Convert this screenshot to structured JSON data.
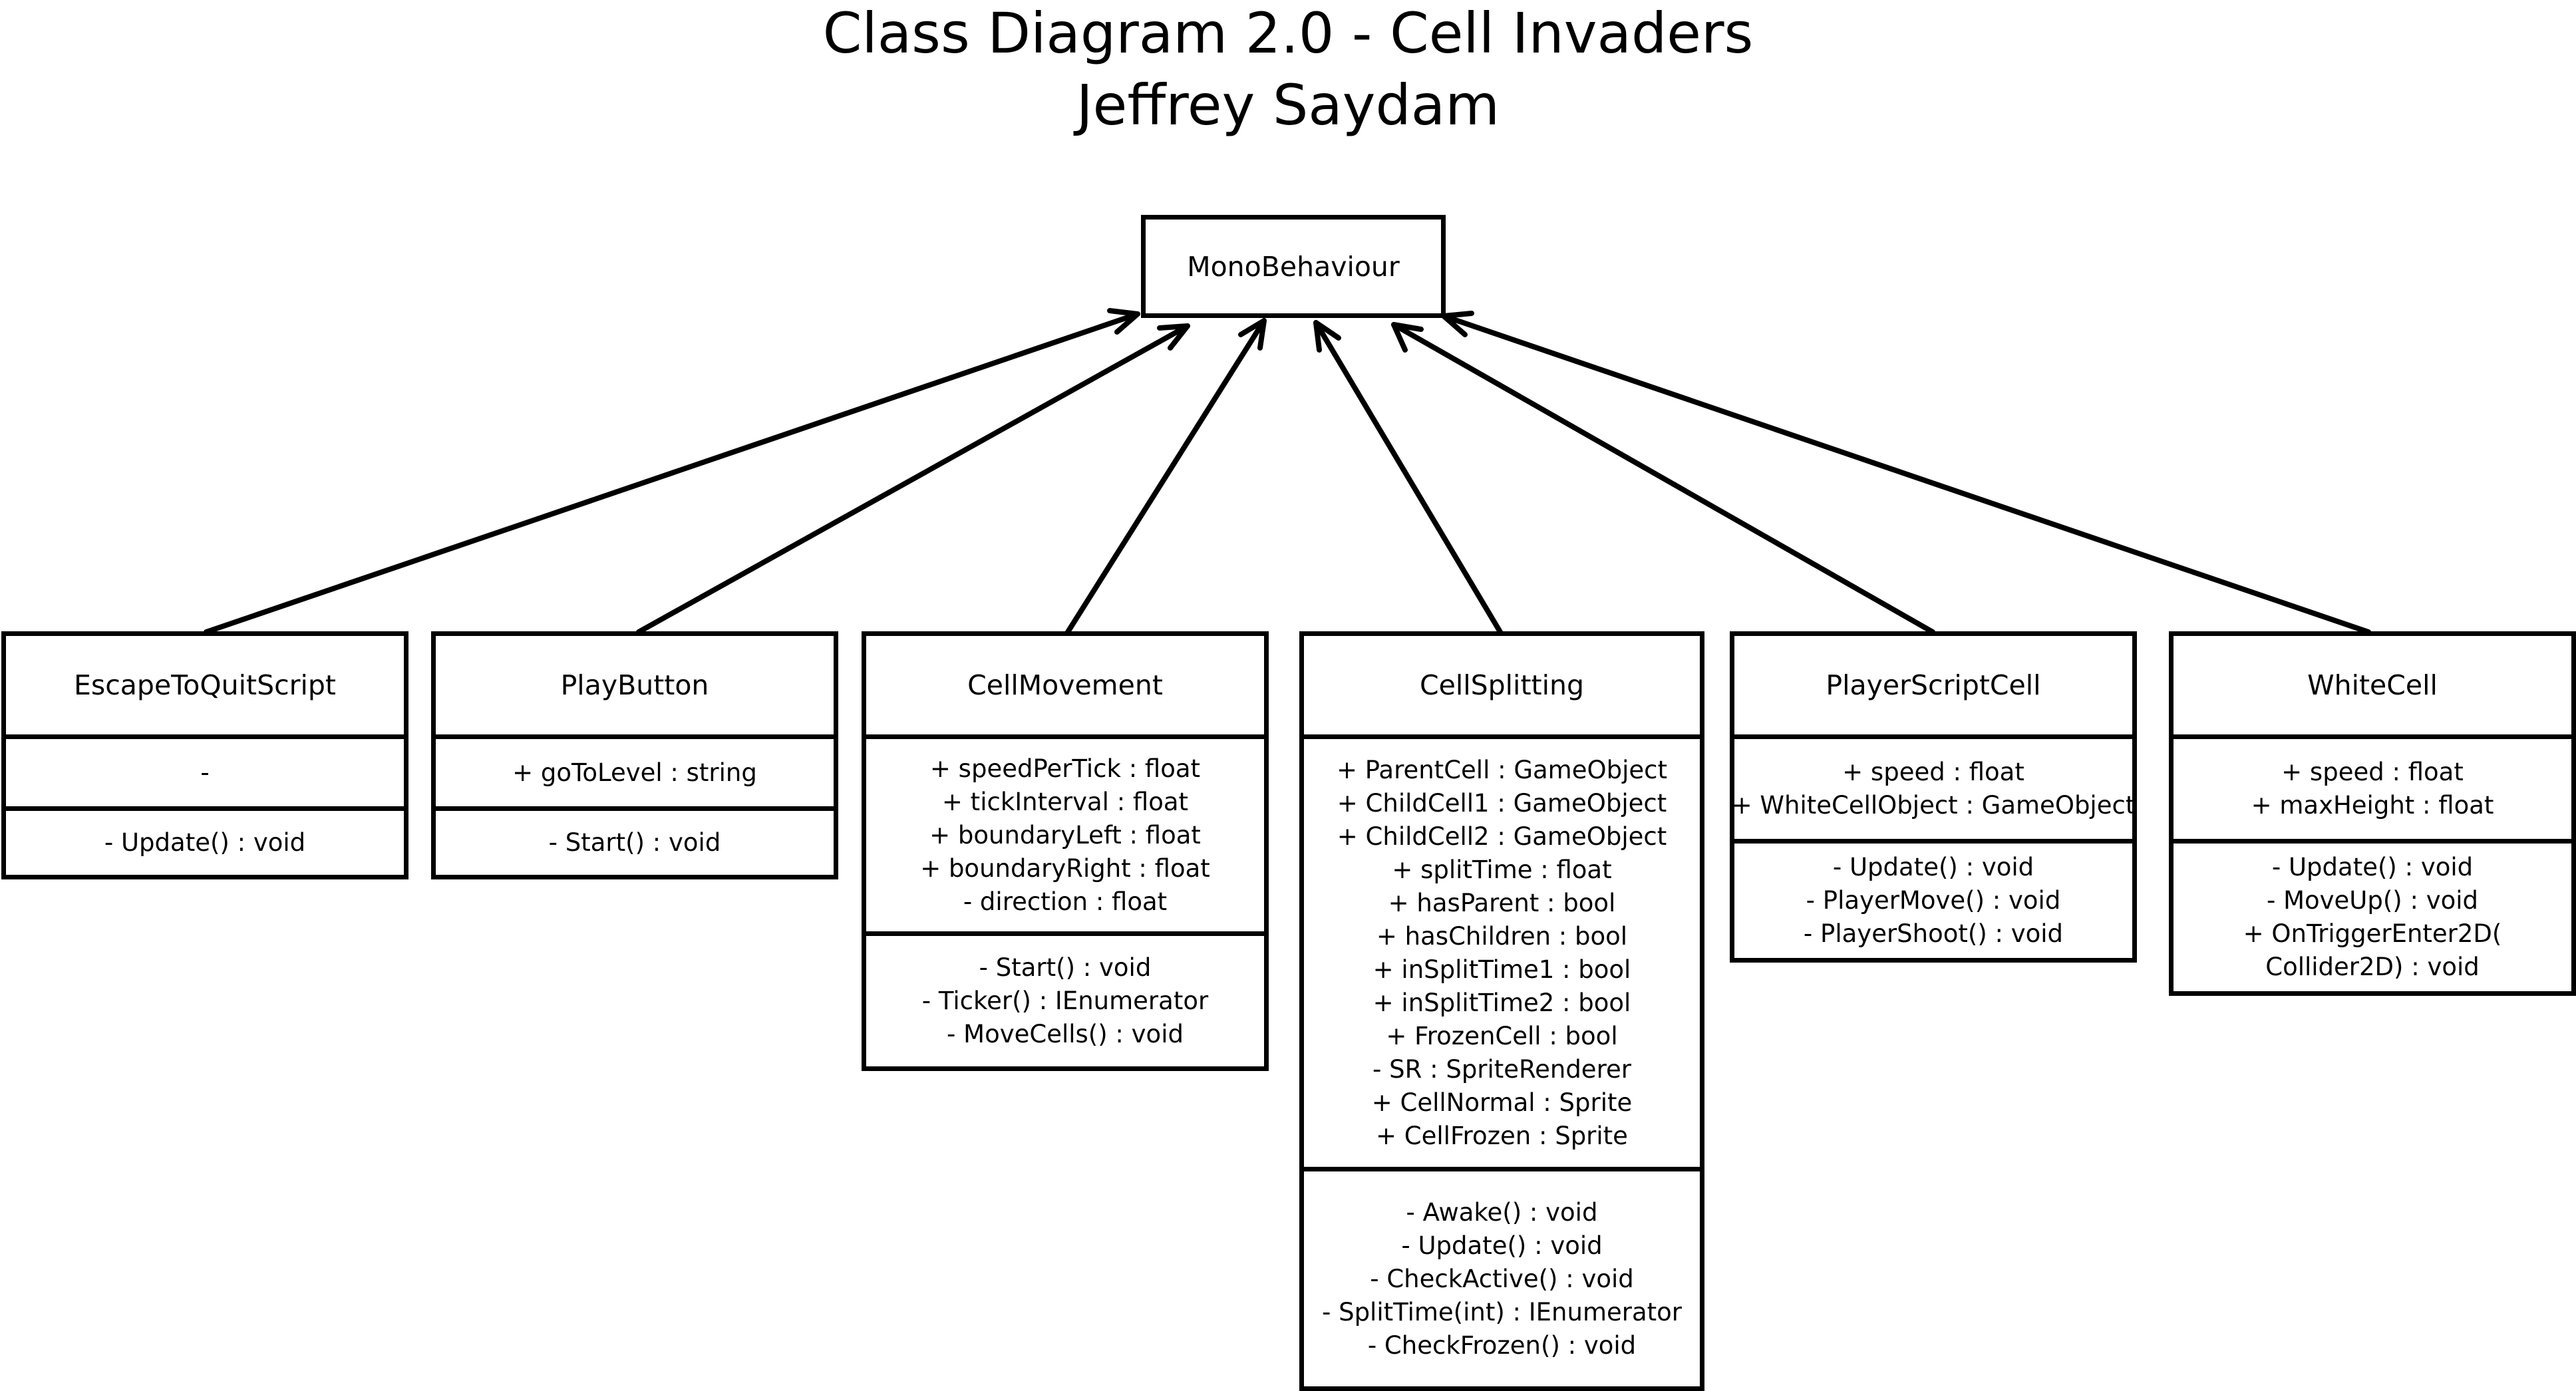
{
  "title": {
    "line1": "Class Diagram 2.0 - Cell Invaders",
    "line2": "Jeffrey Saydam"
  },
  "root": {
    "name": "MonoBehaviour"
  },
  "classes": [
    {
      "name": "EscapeToQuitScript",
      "attributes": [
        "-"
      ],
      "operations": [
        "- Update() : void"
      ]
    },
    {
      "name": "PlayButton",
      "attributes": [
        "+ goToLevel : string"
      ],
      "operations": [
        "- Start() : void"
      ]
    },
    {
      "name": "CellMovement",
      "attributes": [
        "+ speedPerTick : float",
        "+ tickInterval : float",
        "+ boundaryLeft : float",
        "+ boundaryRight : float",
        "- direction : float"
      ],
      "operations": [
        "- Start() : void",
        "- Ticker() : IEnumerator",
        "- MoveCells() : void"
      ]
    },
    {
      "name": "CellSplitting",
      "attributes": [
        "+ ParentCell : GameObject",
        "+ ChildCell1 : GameObject",
        "+ ChildCell2 : GameObject",
        "+ splitTime : float",
        "+ hasParent : bool",
        "+ hasChildren : bool",
        "+ inSplitTime1 : bool",
        "+ inSplitTime2 : bool",
        "+ FrozenCell : bool",
        "- SR : SpriteRenderer",
        "+ CellNormal : Sprite",
        "+ CellFrozen : Sprite"
      ],
      "operations": [
        "- Awake() : void",
        "- Update() : void",
        "- CheckActive() : void",
        "- SplitTime(int) : IEnumerator",
        "- CheckFrozen() : void"
      ]
    },
    {
      "name": "PlayerScriptCell",
      "attributes": [
        "+ speed : float",
        "+ WhiteCellObject : GameObject"
      ],
      "operations": [
        "- Update() : void",
        "- PlayerMove() : void",
        "- PlayerShoot() : void"
      ]
    },
    {
      "name": "WhiteCell",
      "attributes": [
        "+ speed : float",
        "+ maxHeight : float"
      ],
      "operations": [
        "- Update() : void",
        "- MoveUp() : void",
        "+ OnTriggerEnter2D(",
        "Collider2D) : void"
      ]
    }
  ]
}
